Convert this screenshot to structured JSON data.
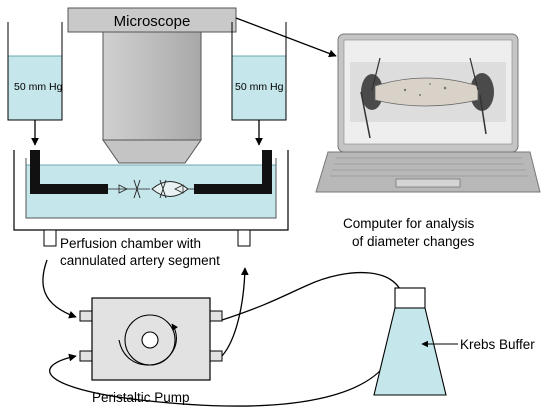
{
  "labels": {
    "microscope": "Microscope",
    "reservoir_left": "50 mm Hg",
    "reservoir_right": "50 mm Hg",
    "chamber_line1": "Perfusion chamber with",
    "chamber_line2": "cannulated artery segment",
    "computer_line1": "Computer for analysis",
    "computer_line2": "of diameter changes",
    "pump": "Peristaltic Pump",
    "buffer": "Krebs Buffer"
  },
  "colors": {
    "liquid": "#c5e6ea",
    "pump_body": "#e2e2e2",
    "laptop_body": "#bdbdbd",
    "outline": "#000000"
  }
}
